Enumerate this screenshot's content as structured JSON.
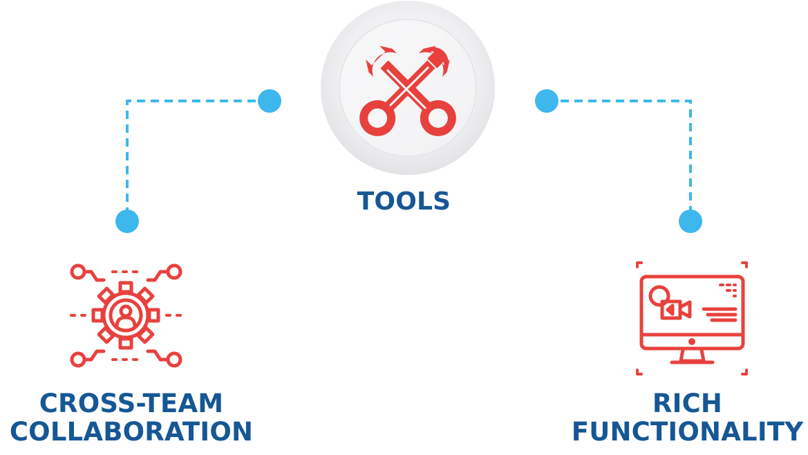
{
  "center": {
    "label": "TOOLS",
    "icon": "crossed-wrenches-icon"
  },
  "left": {
    "label_line1": "CROSS-TEAM",
    "label_line2": "COLLABORATION",
    "icon": "team-gear-icon"
  },
  "right": {
    "label_line1": "RICH",
    "label_line2": "FUNCTIONALITY",
    "icon": "monitor-video-icon"
  },
  "colors": {
    "title": "#165795",
    "icon": "#e8413d",
    "connector": "#3db7ec",
    "badge": "#e6e6e8"
  }
}
